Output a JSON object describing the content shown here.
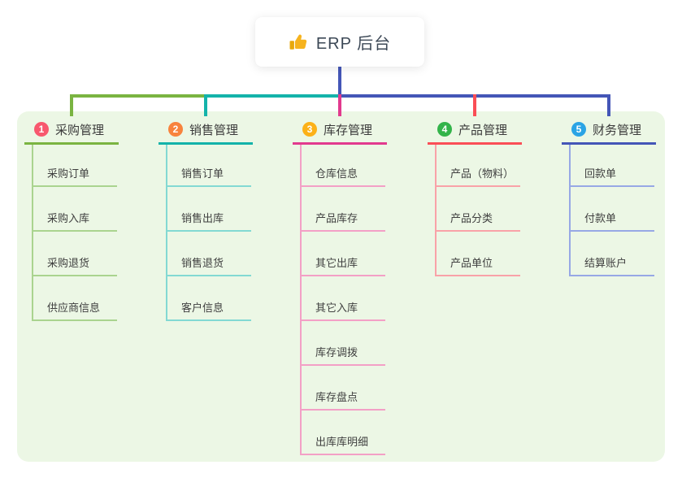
{
  "root": {
    "label": "ERP 后台",
    "icon": "thumbs-up-icon",
    "icon_color": "#f6b31e",
    "trunk_color": "#4456b7"
  },
  "panel": {
    "background": "#ecf7e5"
  },
  "branches": [
    {
      "num": "1",
      "label": "采购管理",
      "badge_color": "#f8586e",
      "line_color": "#7ab441",
      "child_line_color": "#aad48f",
      "children": [
        "采购订单",
        "采购入库",
        "采购退货",
        "供应商信息"
      ]
    },
    {
      "num": "2",
      "label": "销售管理",
      "badge_color": "#f8833d",
      "line_color": "#14b3aa",
      "child_line_color": "#83d9d3",
      "children": [
        "销售订单",
        "销售出库",
        "销售退货",
        "客户信息"
      ]
    },
    {
      "num": "3",
      "label": "库存管理",
      "badge_color": "#fcb118",
      "line_color": "#e23a8e",
      "child_line_color": "#f3a0c6",
      "children": [
        "仓库信息",
        "产品库存",
        "其它出库",
        "其它入库",
        "库存调拨",
        "库存盘点",
        "出库库明细"
      ]
    },
    {
      "num": "4",
      "label": "产品管理",
      "badge_color": "#33b44a",
      "line_color": "#fa4e56",
      "child_line_color": "#f9a2a8",
      "children": [
        "产品（物料）",
        "产品分类",
        "产品单位"
      ]
    },
    {
      "num": "5",
      "label": "财务管理",
      "badge_color": "#2ba4e5",
      "line_color": "#4456b7",
      "child_line_color": "#97a8e5",
      "children": [
        "回款单",
        "付款单",
        "结算账户"
      ]
    }
  ]
}
